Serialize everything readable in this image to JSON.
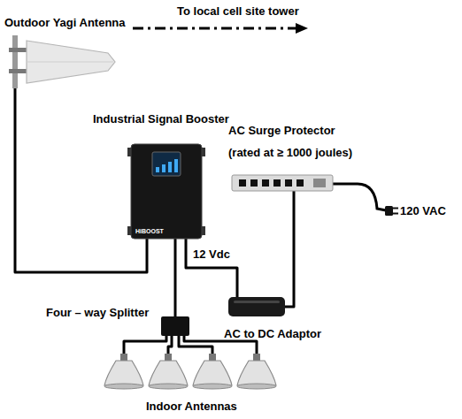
{
  "diagram": {
    "nodes": [
      {
        "text": [
          "Outdoor Yagi Antenna"
        ]
      },
      {
        "text": [
          "Industrial Signal Booster"
        ]
      },
      {
        "text": [
          "AC Surge Protector",
          "(rated at ≥ 1000 joules)"
        ]
      },
      {
        "text": [
          "AC to DC Adaptor"
        ]
      },
      {
        "text": [
          "Four – way Splitter"
        ]
      },
      {
        "text": [
          "Indoor Antennas"
        ]
      }
    ],
    "edges": [
      {
        "from": 0,
        "to": 1,
        "arrow": "none"
      },
      {
        "from": 1,
        "to": 4,
        "arrow": "none"
      },
      {
        "from": 4,
        "to": 5,
        "arrow": "none"
      },
      {
        "from": 3,
        "to": 1,
        "arrow": "none"
      },
      {
        "from": 2,
        "to": 3,
        "arrow": "none"
      }
    ],
    "labels": [
      "To local cell site tower",
      "12 Vdc",
      "120 VAC",
      "HiBOOST"
    ]
  }
}
